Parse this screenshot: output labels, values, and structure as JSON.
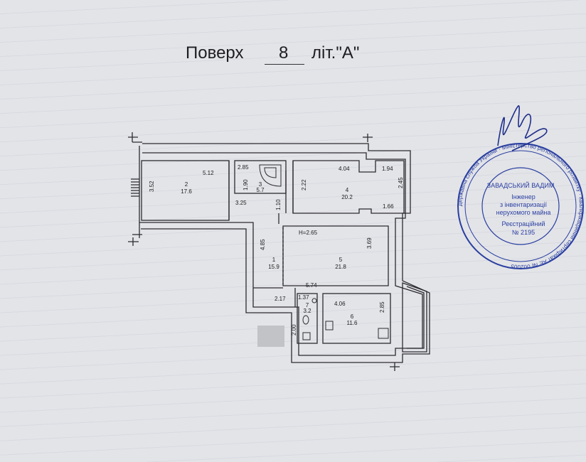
{
  "heading": {
    "floor_word": "Поверх",
    "floor_number": "8",
    "letter": "літ.\"А\""
  },
  "rooms": [
    {
      "id": "2",
      "area": "17.6",
      "dims": [
        "5.12",
        "3.52"
      ]
    },
    {
      "id": "3",
      "area": "5.7",
      "dims": [
        "2.85",
        "1.90"
      ]
    },
    {
      "id": "4",
      "area": "20.2",
      "dims": [
        "4.04",
        "1.94",
        "2.22",
        "2.45",
        "1.66"
      ]
    },
    {
      "id": "1",
      "area": "15.9",
      "dims": [
        "4.85",
        "3.25",
        "1.10"
      ]
    },
    {
      "id": "5",
      "area": "21.8",
      "dims": [
        "3.69",
        "5.74"
      ]
    },
    {
      "id": "7",
      "area": "3.2",
      "dims": [
        "1.37",
        "2.17",
        "2.00"
      ]
    },
    {
      "id": "6",
      "area": "11.6",
      "dims": [
        "4.06",
        "2.85"
      ]
    }
  ],
  "ceiling_height": "H=2.65",
  "stamp": {
    "center": [
      "Інженер",
      "з інвентаризації",
      "нерухомого майна"
    ],
    "reg_label": "Реєстраційний",
    "reg_number": "№ 2195",
    "ring": "Державна служба України · Міністерство регіонального розвитку · Кваліфікаційний сертифікат АЕ № 002005",
    "name": "ЗАВАДСЬКИЙ ВАДИМ"
  },
  "colors": {
    "paper": "#e3e4e8",
    "ink": "#222222",
    "stamp": "#2a3fa0"
  }
}
